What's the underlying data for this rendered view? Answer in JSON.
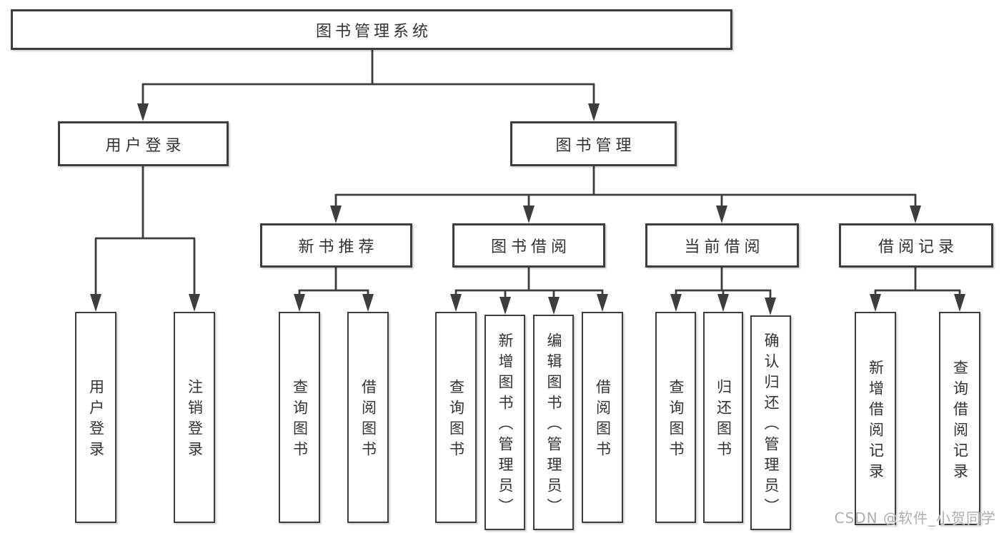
{
  "diagram": {
    "root": {
      "label": "图书管理系统"
    },
    "branches": [
      {
        "label": "用户登录"
      },
      {
        "label": "图书管理"
      }
    ],
    "modules": [
      {
        "label": "新书推荐"
      },
      {
        "label": "图书借阅"
      },
      {
        "label": "当前借阅"
      },
      {
        "label": "借阅记录"
      }
    ],
    "leaves": [
      {
        "label": "用户登录"
      },
      {
        "label": "注销登录"
      },
      {
        "label": "查询图书"
      },
      {
        "label": "借阅图书"
      },
      {
        "label": "查询图书"
      },
      {
        "label": "新增图书（管理员）"
      },
      {
        "label": "编辑图书（管理员）"
      },
      {
        "label": "借阅图书"
      },
      {
        "label": "查询图书"
      },
      {
        "label": "归还图书"
      },
      {
        "label": "确认归还（管理员）"
      },
      {
        "label": "新增借阅记录"
      },
      {
        "label": "查询借阅记录"
      }
    ]
  },
  "watermark": {
    "text": "CSDN @软件_小贺同学"
  },
  "colors": {
    "line": "#3d3d3d",
    "text": "#333333",
    "background": "#ffffff",
    "watermark": "#a5a5a5"
  }
}
